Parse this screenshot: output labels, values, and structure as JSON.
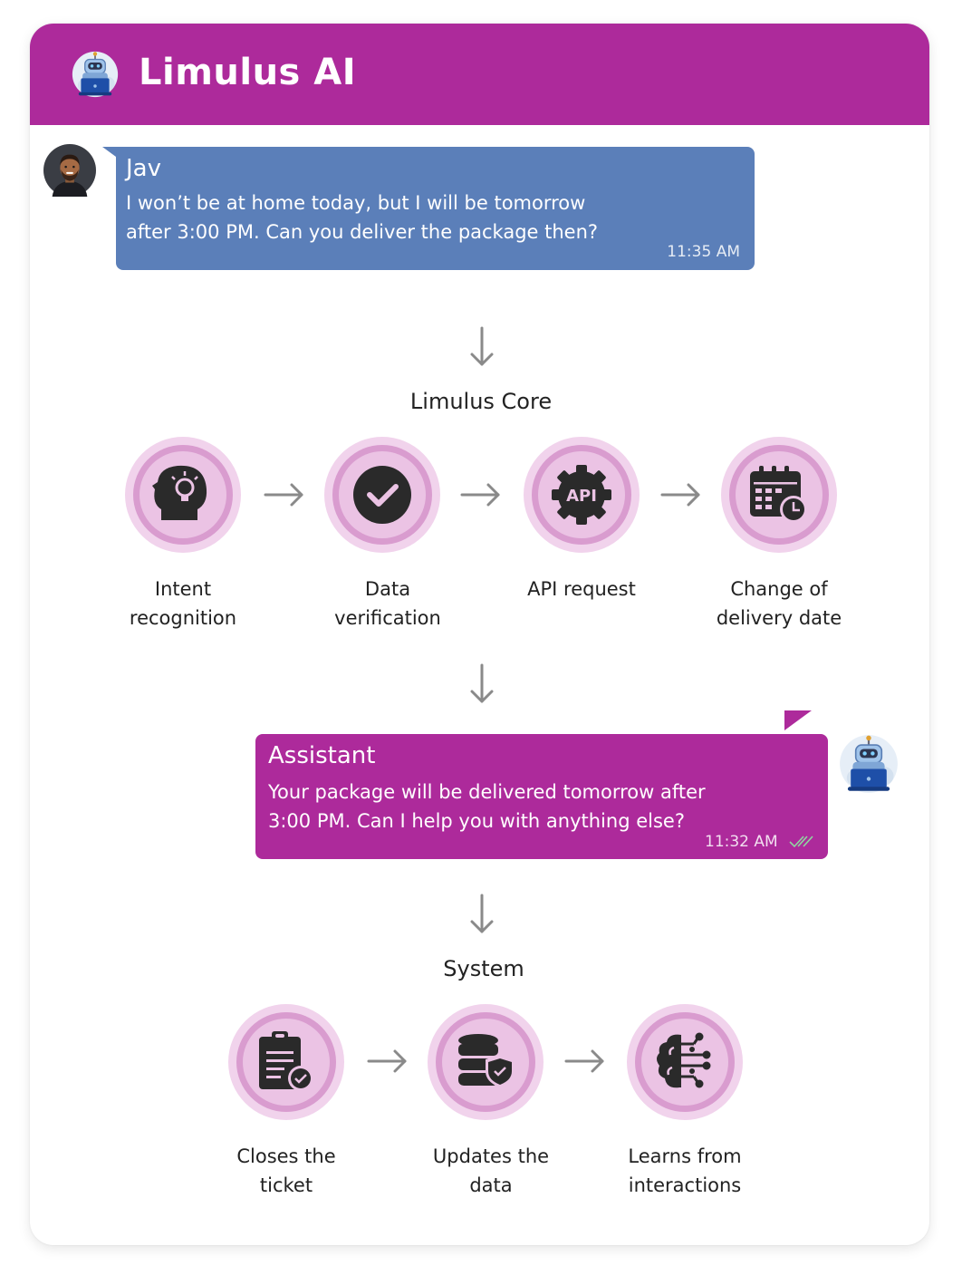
{
  "header": {
    "title": "Limulus AI"
  },
  "user_message": {
    "name": "Jav",
    "line1": "I won’t be at home today, but I will be tomorrow",
    "line2": "after 3:00 PM. Can you deliver the package then?",
    "time": "11:35 AM"
  },
  "core": {
    "title": "Limulus Core",
    "steps": [
      {
        "icon": "head-lightbulb-icon",
        "line1": "Intent",
        "line2": "recognition"
      },
      {
        "icon": "check-circle-icon",
        "line1": "Data",
        "line2": "verification"
      },
      {
        "icon": "api-gear-icon",
        "line1": "API request",
        "line2": ""
      },
      {
        "icon": "calendar-clock-icon",
        "line1": "Change of",
        "line2": "delivery date"
      }
    ]
  },
  "assistant_message": {
    "name": "Assistant",
    "line1": "Your package will be delivered tomorrow after",
    "line2": "3:00 PM. Can I help you with anything else?",
    "time": "11:32 AM"
  },
  "system": {
    "title": "System",
    "steps": [
      {
        "icon": "clipboard-check-icon",
        "line1": "Closes the",
        "line2": "ticket"
      },
      {
        "icon": "database-shield-icon",
        "line1": "Updates the",
        "line2": "data"
      },
      {
        "icon": "brain-circuit-icon",
        "line1": "Learns from",
        "line2": "interactions"
      }
    ]
  },
  "colors": {
    "brand": "#ad2a9b",
    "user_bubble": "#5b7fb9",
    "node_outer": "#f1d3ec",
    "node_ring": "#d99ccf",
    "node_inner": "#ebc3e4",
    "icon": "#2a2a2a",
    "arrow": "#8a8a8a"
  }
}
